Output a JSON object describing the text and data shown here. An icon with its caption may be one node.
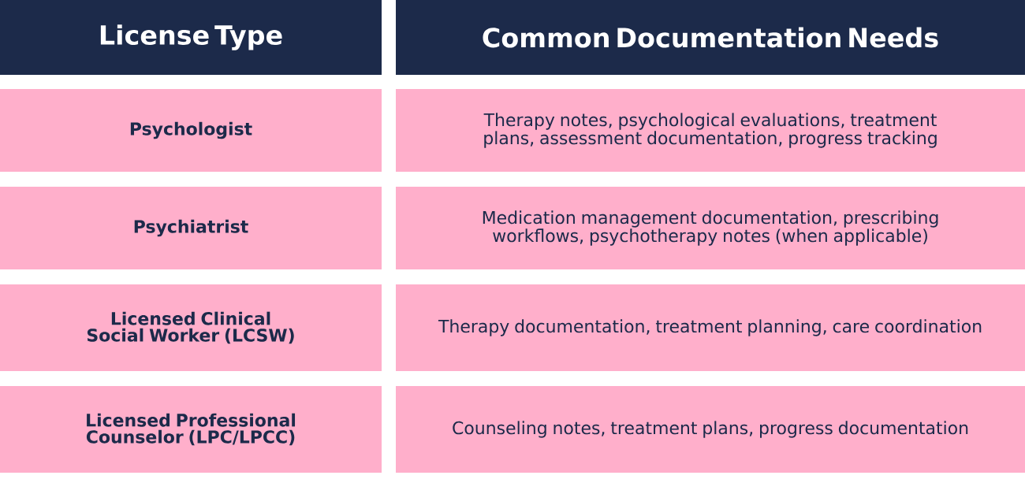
{
  "diagram": {
    "labels": [
      "License Type",
      "Common Documentation Needs",
      "Psychologist",
      "Therapy notes, psychological evaluations, treatment plans, assessment documentation, progress tracking",
      "Psychiatrist",
      "Medication management documentation, prescribing workflows, psychotherapy notes (when applicable)",
      "Licensed Clinical Social Worker (LCSW)",
      "Therapy documentation, treatment planning, care coordination",
      "Licensed Professional Counselor (LPC/LPCC)",
      "Counseling notes, treatment plans, progress documentation"
    ]
  }
}
